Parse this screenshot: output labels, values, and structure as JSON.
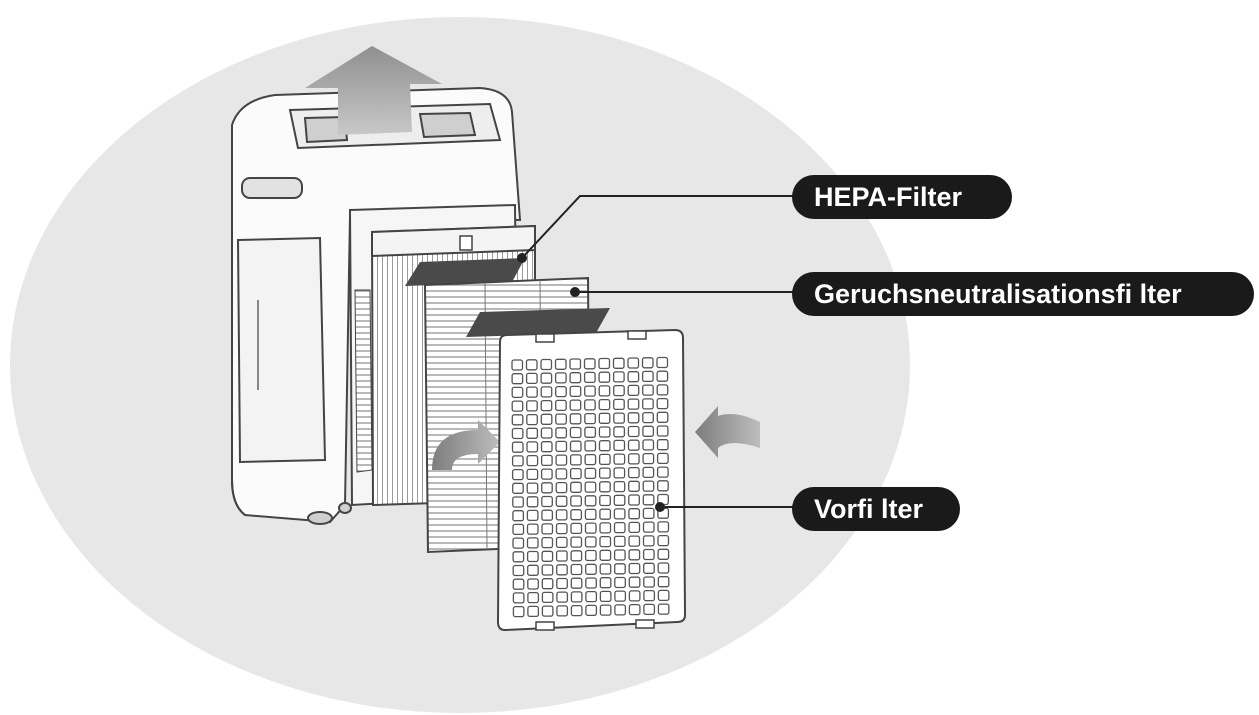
{
  "labels": {
    "hepa": "HEPA-Filter",
    "odor": "Geruchsneutralisationsfi lter",
    "pre": "Vorfi lter"
  },
  "colors": {
    "background_circle": "#e7e7e7",
    "label_bg": "#1a1a1a",
    "label_text": "#ffffff",
    "outline": "#444444",
    "arrow_gray": "#9a9a9a"
  }
}
